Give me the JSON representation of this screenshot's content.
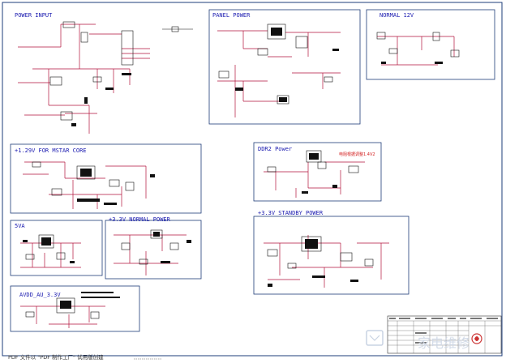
{
  "sections": [
    {
      "id": "power-input",
      "title": "POWER INPUT"
    },
    {
      "id": "panel-power",
      "title": "PANEL POWER"
    },
    {
      "id": "normal-12v",
      "title": "NORMAL 12V"
    },
    {
      "id": "core-129v",
      "title": "+1.29V FOR MSTAR CORE"
    },
    {
      "id": "ddr2-power",
      "title": "DDR2 Power"
    },
    {
      "id": "5va",
      "title": "5VA"
    },
    {
      "id": "normal-33v",
      "title": "+3.3V NORMAL POWER"
    },
    {
      "id": "standby-33v",
      "title": "+3.3V STANDBY POWER"
    },
    {
      "id": "avdd-au",
      "title": "AVDD_AU_3.3V"
    }
  ],
  "notes": {
    "ddr2_red_note": "电阻根据调整1.4V2"
  },
  "footer": {
    "text": "PDF 文件以 \"PDF 制作工厂\" 试用版创建"
  },
  "watermark": {
    "text": "家电维修"
  },
  "colors": {
    "frame": "#1e3c78",
    "wire": "#b4143c",
    "label": "#1a1ab0",
    "component": "#0a0a0a",
    "note": "#d21a1a"
  }
}
